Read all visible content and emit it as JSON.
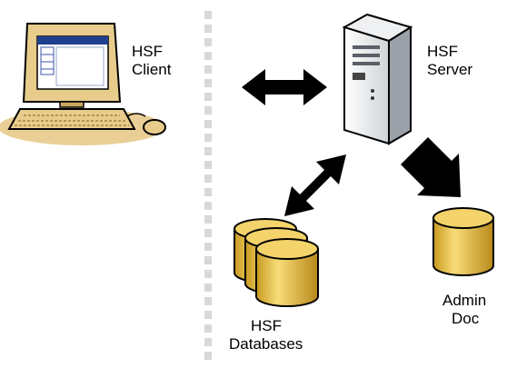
{
  "diagram": {
    "client": {
      "line1": "HSF",
      "line2": "Client"
    },
    "server": {
      "line1": "HSF",
      "line2": "Server"
    },
    "databases": {
      "line1": "HSF",
      "line2": "Databases"
    },
    "admin_doc": {
      "line1": "Admin",
      "line2": "Doc"
    },
    "colors": {
      "cylinder": "#f3d36a",
      "cylinder_dark": "#c99a1f",
      "monitor": "#e7cc8c",
      "screen": "#1f3f8f",
      "divider": "#d8d8d8",
      "arrow": "#000000"
    },
    "icons": [
      "computer-icon",
      "server-icon",
      "database-icon",
      "arrow-icon"
    ]
  }
}
